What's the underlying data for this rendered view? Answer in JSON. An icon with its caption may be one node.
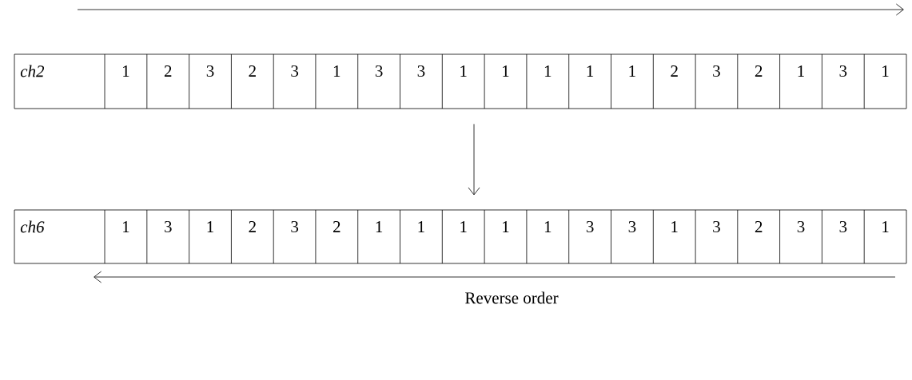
{
  "diagram": {
    "nodes": [
      {
        "text": [
          "ch2",
          "1",
          "2",
          "3",
          "2",
          "3",
          "1",
          "3",
          "3",
          "1",
          "1",
          "1",
          "1",
          "1",
          "2",
          "3",
          "2",
          "1",
          "3",
          "1"
        ]
      },
      {
        "text": [
          "ch6",
          "1",
          "3",
          "1",
          "2",
          "3",
          "2",
          "1",
          "1",
          "1",
          "1",
          "1",
          "3",
          "3",
          "1",
          "3",
          "2",
          "3",
          "3",
          "1"
        ]
      }
    ],
    "edges": [
      {
        "from": 0,
        "to": 1,
        "arrow": "to"
      }
    ],
    "labels": [
      "Reverse order"
    ]
  }
}
